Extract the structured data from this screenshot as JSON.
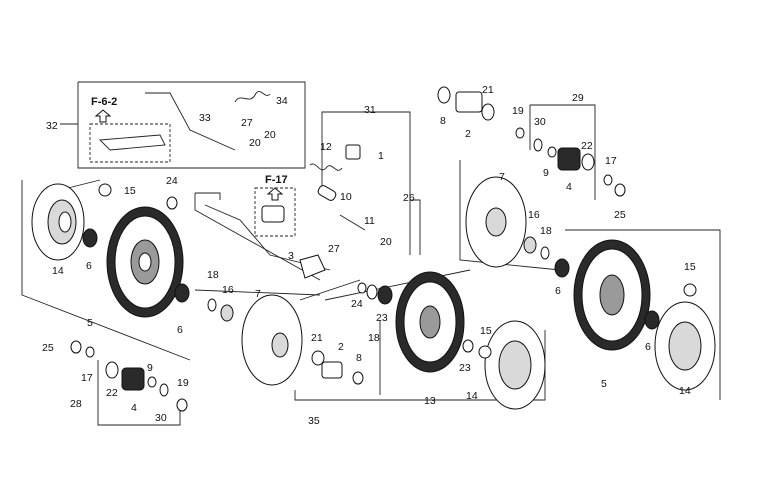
{
  "callouts": [
    {
      "id": "c1",
      "text": "1"
    },
    {
      "id": "c2a",
      "text": "2"
    },
    {
      "id": "c2b",
      "text": "2"
    },
    {
      "id": "c3",
      "text": "3"
    },
    {
      "id": "c4a",
      "text": "4"
    },
    {
      "id": "c4b",
      "text": "4"
    },
    {
      "id": "c5a",
      "text": "5"
    },
    {
      "id": "c5b",
      "text": "5"
    },
    {
      "id": "c6a",
      "text": "6"
    },
    {
      "id": "c6b",
      "text": "6"
    },
    {
      "id": "c6c",
      "text": "6"
    },
    {
      "id": "c6d",
      "text": "6"
    },
    {
      "id": "c7a",
      "text": "7"
    },
    {
      "id": "c7b",
      "text": "7"
    },
    {
      "id": "c8a",
      "text": "8"
    },
    {
      "id": "c8b",
      "text": "8"
    },
    {
      "id": "c9a",
      "text": "9"
    },
    {
      "id": "c9b",
      "text": "9"
    },
    {
      "id": "c10",
      "text": "10"
    },
    {
      "id": "c11",
      "text": "11"
    },
    {
      "id": "c12",
      "text": "12"
    },
    {
      "id": "c13",
      "text": "13"
    },
    {
      "id": "c14a",
      "text": "14"
    },
    {
      "id": "c14b",
      "text": "14"
    },
    {
      "id": "c14c",
      "text": "14"
    },
    {
      "id": "c15a",
      "text": "15"
    },
    {
      "id": "c15b",
      "text": "15"
    },
    {
      "id": "c15c",
      "text": "15"
    },
    {
      "id": "c16a",
      "text": "16"
    },
    {
      "id": "c16b",
      "text": "16"
    },
    {
      "id": "c17a",
      "text": "17"
    },
    {
      "id": "c17b",
      "text": "17"
    },
    {
      "id": "c18a",
      "text": "18"
    },
    {
      "id": "c18b",
      "text": "18"
    },
    {
      "id": "c18c",
      "text": "18"
    },
    {
      "id": "c19a",
      "text": "19"
    },
    {
      "id": "c19b",
      "text": "19"
    },
    {
      "id": "c20a",
      "text": "20"
    },
    {
      "id": "c20b",
      "text": "20"
    },
    {
      "id": "c20c",
      "text": "20"
    },
    {
      "id": "c21a",
      "text": "21"
    },
    {
      "id": "c21b",
      "text": "21"
    },
    {
      "id": "c22a",
      "text": "22"
    },
    {
      "id": "c22b",
      "text": "22"
    },
    {
      "id": "c23a",
      "text": "23"
    },
    {
      "id": "c23b",
      "text": "23"
    },
    {
      "id": "c24a",
      "text": "24"
    },
    {
      "id": "c24b",
      "text": "24"
    },
    {
      "id": "c25a",
      "text": "25"
    },
    {
      "id": "c25b",
      "text": "25"
    },
    {
      "id": "c26",
      "text": "26"
    },
    {
      "id": "c27a",
      "text": "27"
    },
    {
      "id": "c27b",
      "text": "27"
    },
    {
      "id": "c28",
      "text": "28"
    },
    {
      "id": "c29",
      "text": "29"
    },
    {
      "id": "c30a",
      "text": "30"
    },
    {
      "id": "c30b",
      "text": "30"
    },
    {
      "id": "c31",
      "text": "31"
    },
    {
      "id": "c32",
      "text": "32"
    },
    {
      "id": "c33",
      "text": "33"
    },
    {
      "id": "c34",
      "text": "34"
    },
    {
      "id": "c35",
      "text": "35"
    }
  ],
  "references": {
    "f62": "F-6-2",
    "f17": "F-17"
  }
}
